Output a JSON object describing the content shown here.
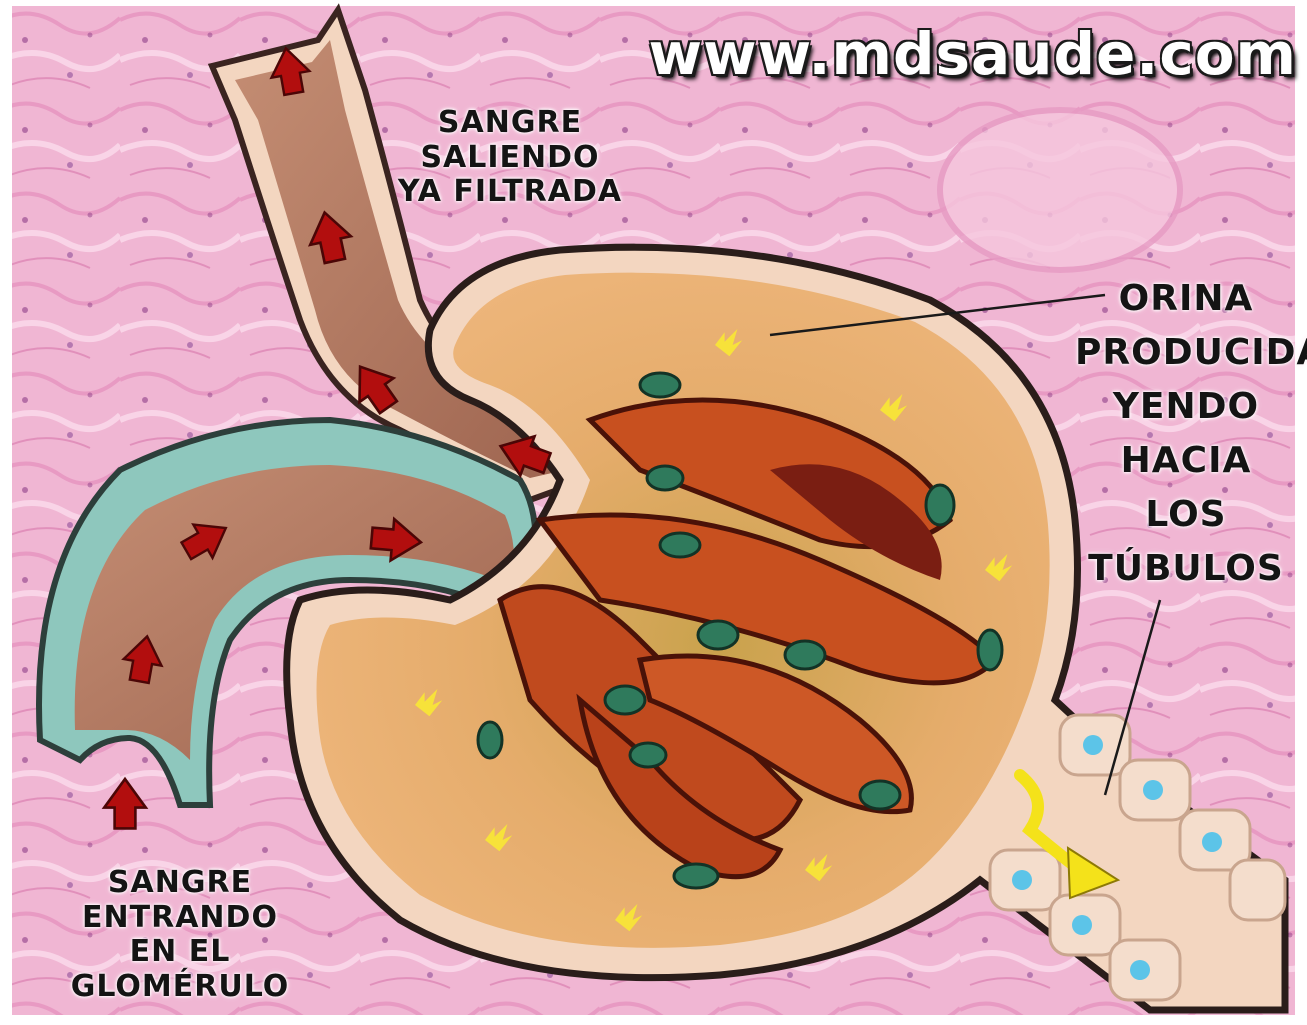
{
  "watermark": "www.mdsaude.com",
  "labels": {
    "blood_leaving": [
      "SANGRE SALIENDO",
      "YA FILTRADA"
    ],
    "blood_entering": [
      "SANGRE ENTRANDO",
      "EN EL GLOMÉRULO"
    ],
    "urine": [
      "ORINA",
      "PRODUCIDA",
      "YENDO",
      "HACIA",
      "LOS",
      "TÚBULOS"
    ]
  },
  "colors": {
    "tissue_background": "#f0b6d3",
    "capsule_interior": "#e8b070",
    "vessel": "#b97f67",
    "capillary": "#c8501f",
    "flow_arrow": "#b20e0e",
    "urine_arrow": "#f4e21a",
    "nucleus": "#2f7a5c",
    "tubule_cell": "#f4ddcc"
  },
  "icons": {
    "blood_arrow": "arrow-icon",
    "urine_arrow": "arrow-icon",
    "filtrate": "spark-icon"
  }
}
